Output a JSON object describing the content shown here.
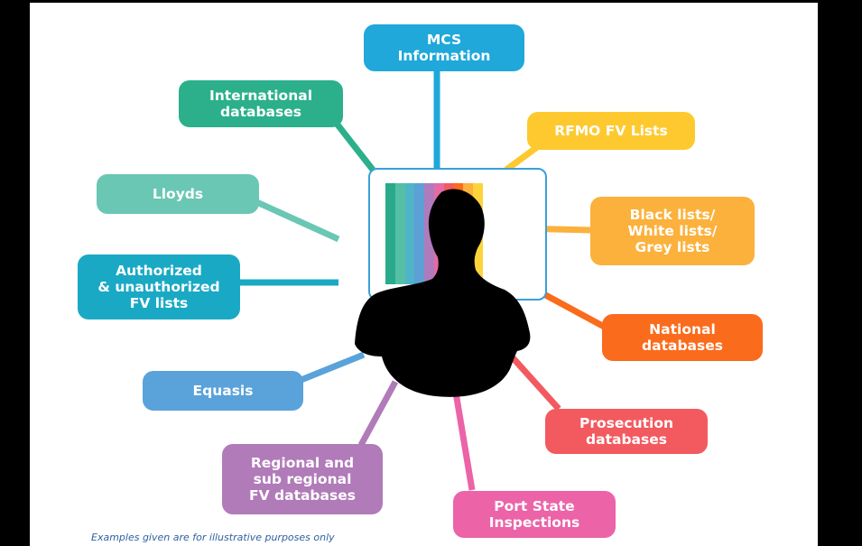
{
  "nodes": {
    "mcs": {
      "label": "MCS\nInformation",
      "color": "#1fa8d9"
    },
    "international": {
      "label": "International\ndatabases",
      "color": "#2bb08b"
    },
    "rfmo": {
      "label": "RFMO FV Lists",
      "color": "#fdc92f"
    },
    "lloyds": {
      "label": "Lloyds",
      "color": "#6ac7b4"
    },
    "black": {
      "label": "Black lists/\nWhite lists/\nGrey lists",
      "color": "#fbb13c"
    },
    "authorized": {
      "label": "Authorized\n& unauthorized\nFV lists",
      "color": "#1aa9c4"
    },
    "national": {
      "label": "National\ndatabases",
      "color": "#fb6b1c"
    },
    "equasis": {
      "label": "Equasis",
      "color": "#5aa2da"
    },
    "prosecution": {
      "label": "Prosecution\ndatabases",
      "color": "#f25a5f"
    },
    "regional": {
      "label": "Regional and\nsub regional\nFV databases",
      "color": "#b07bb8"
    },
    "psi": {
      "label": "Port State\nInspections",
      "color": "#ec63a8"
    }
  },
  "screen_stripes": [
    "#2aaa8a",
    "#55bfa6",
    "#4fb4c9",
    "#5da0d6",
    "#b07bbd",
    "#e46aa5",
    "#f25a5f",
    "#fb6b1c",
    "#fbb13c",
    "#fdd33b"
  ],
  "footnote": "Examples given are for illustrative purposes only"
}
